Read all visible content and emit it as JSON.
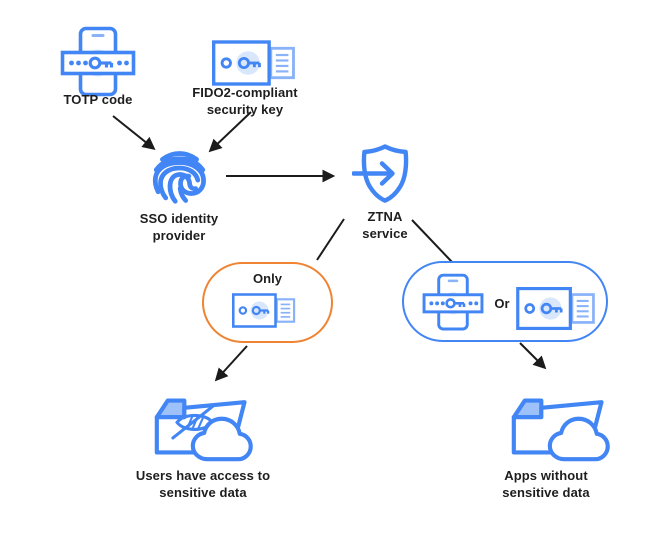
{
  "colors": {
    "blue": "#4285F4",
    "pale_blue": "#8AB2F8",
    "blue_fill": "#D9E7FD",
    "orange": "#EE8434",
    "text": "#1E1E1E",
    "line": "#1B1B1B",
    "background": "#FFFFFF"
  },
  "nodes": {
    "totp": {
      "label": "TOTP code",
      "icon": "phone-otp-icon"
    },
    "fido2": {
      "label_line1": "FIDO2-compliant",
      "label_line2": "security key",
      "icon": "security-key-icon"
    },
    "sso": {
      "label_line1": "SSO identity",
      "label_line2": "provider",
      "icon": "fingerprint-icon"
    },
    "ztna": {
      "label_line1": "ZTNA",
      "label_line2": "service",
      "icon": "shield-arrow-icon"
    },
    "only_pill": {
      "label": "Only",
      "icon": "security-key-icon",
      "border_color": "#EE8434"
    },
    "or_pill": {
      "label": "Or",
      "icon_left": "phone-otp-icon",
      "icon_right": "security-key-icon",
      "border_color": "#4285F4"
    },
    "sensitive_apps": {
      "label_line1": "Users have access to",
      "label_line2": "sensitive data",
      "icon": "folder-hidden-cloud-icon"
    },
    "nonsensitive_apps": {
      "label_line1": "Apps without",
      "label_line2": "sensitive data",
      "icon": "folder-cloud-icon"
    }
  },
  "edges": [
    {
      "from": "totp",
      "to": "sso",
      "arrowhead": true
    },
    {
      "from": "fido2",
      "to": "sso",
      "arrowhead": true
    },
    {
      "from": "sso",
      "to": "ztna",
      "arrowhead": true
    },
    {
      "from": "ztna",
      "to": "only_pill",
      "arrowhead": false
    },
    {
      "from": "ztna",
      "to": "or_pill",
      "arrowhead": false
    },
    {
      "from": "only_pill",
      "to": "sensitive_apps",
      "arrowhead": true
    },
    {
      "from": "or_pill",
      "to": "nonsensitive_apps",
      "arrowhead": true
    }
  ]
}
